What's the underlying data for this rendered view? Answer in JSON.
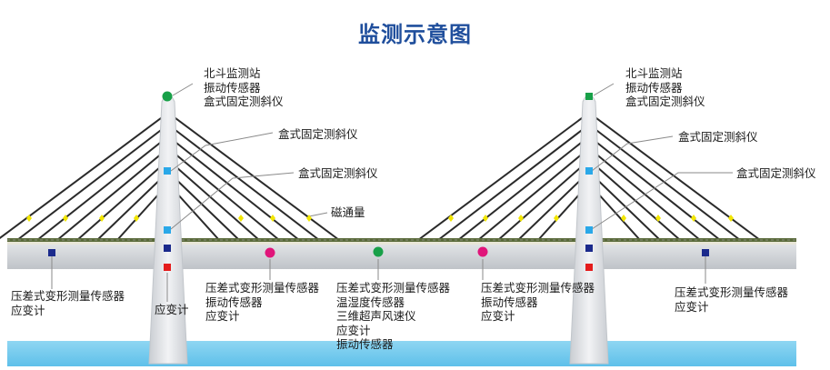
{
  "title": "监测示意图",
  "colors": {
    "title": "#1f4e9c",
    "cable": "#2a2a2a",
    "tower": "#dfe2e6",
    "deck": "#d4d7db",
    "water": "#7fcfee",
    "navy": "#1b2a8c",
    "green": "#18a048",
    "cyan": "#2aa8e8",
    "red": "#e41c1c",
    "magenta": "#e0157a",
    "yellow": "#f2e600",
    "leader": "#8a8a8a"
  },
  "labels": {
    "left_tower_top": [
      "北斗监测站",
      "振动传感器",
      "盒式固定测斜仪"
    ],
    "left_cable_1": [
      "盒式固定测斜仪"
    ],
    "left_cable_2": [
      "盒式固定测斜仪"
    ],
    "left_flux": [
      "磁通量"
    ],
    "left_deck": [
      "压差式变形测量传感器",
      "应变计"
    ],
    "left_tower_base": [
      "应变计"
    ],
    "mid_left": [
      "压差式变形测量传感器",
      "振动传感器",
      "应变计"
    ],
    "center": [
      "压差式变形测量传感器",
      "温湿度传感器",
      "三维超声风速仪",
      "应变计",
      "振动传感器"
    ],
    "mid_right": [
      "压差式变形测量传感器",
      "振动传感器",
      "应变计"
    ],
    "right_tower_top": [
      "北斗监测站",
      "振动传感器",
      "盒式固定测斜仪"
    ],
    "right_cable_1": [
      "盒式固定测斜仪"
    ],
    "right_cable_2": [
      "盒式固定测斜仪"
    ],
    "right_deck": [
      "压差式变形测量传感器",
      "应变计"
    ]
  },
  "markers": {
    "left_top": "circle-green",
    "right_top": "square-green",
    "tower_sensor_1": "square-cyan",
    "tower_sensor_2": "square-cyan",
    "tower_deck": "square-navy",
    "tower_base": "square-red",
    "mid_deck": "circle-magenta",
    "center_deck": "circle-green",
    "side_deck": "square-navy",
    "flux": "diamond-yellow"
  }
}
